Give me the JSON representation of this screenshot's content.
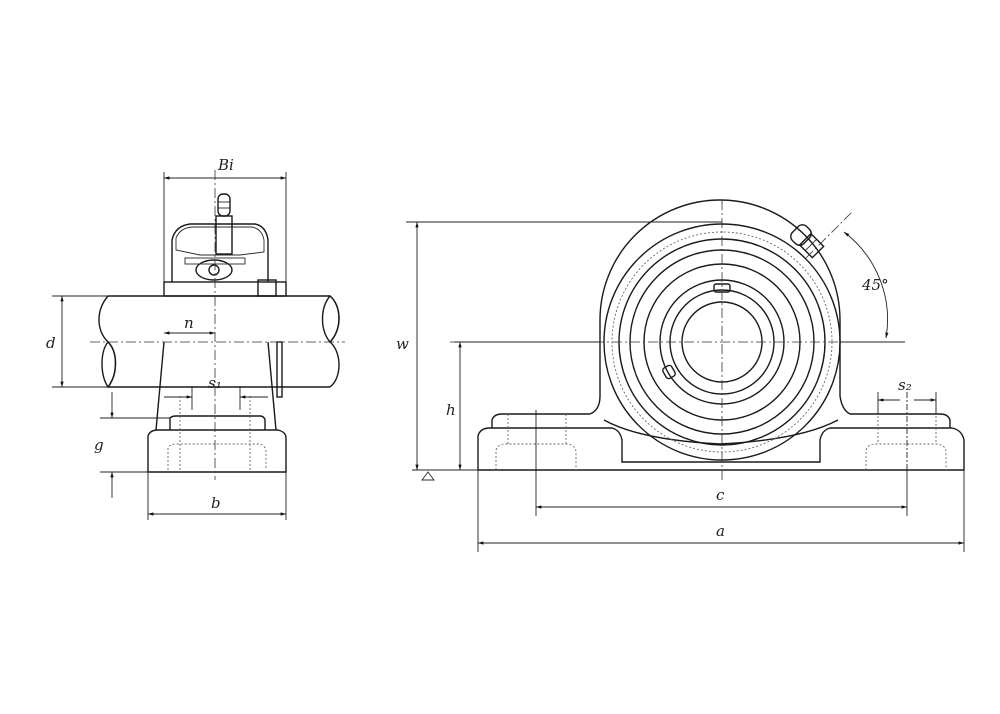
{
  "side_view": {
    "labels": {
      "Bi": "Bi",
      "n": "n",
      "d": "d",
      "s1": "s₁",
      "g": "g",
      "b": "b"
    }
  },
  "front_view": {
    "labels": {
      "w": "w",
      "h": "h",
      "angle": "45°",
      "s2": "s₂",
      "c": "c",
      "a": "a"
    }
  },
  "colors": {
    "line": "#1a1a1a",
    "background": "#ffffff"
  }
}
